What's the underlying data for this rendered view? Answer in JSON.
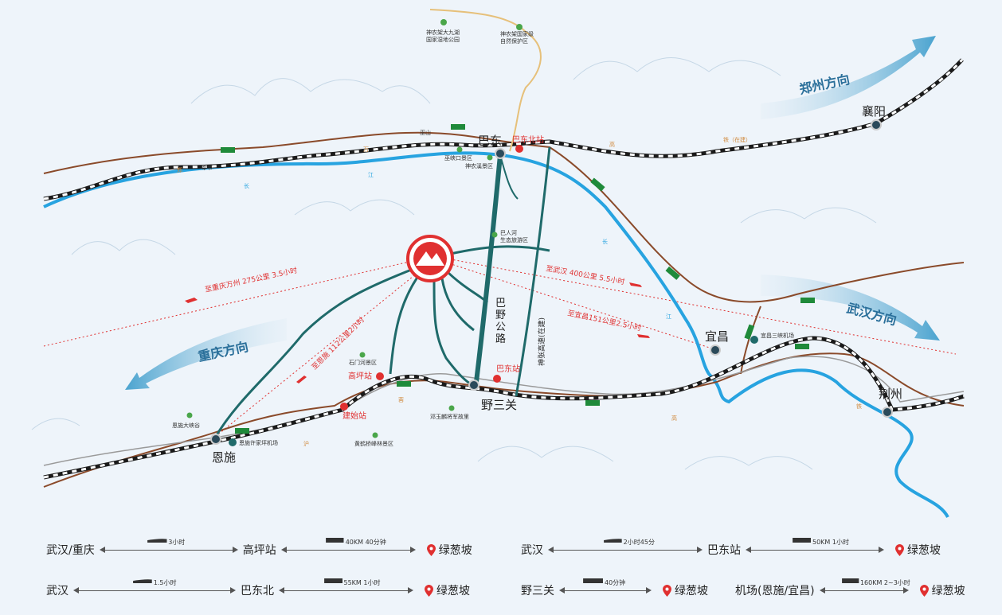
{
  "directions": {
    "zhengzhou": "郑州方向",
    "wuhan": "武汉方向",
    "chongqing": "重庆方向"
  },
  "cities": {
    "badong": "巴东",
    "xiangyang": "襄阳",
    "yichang": "宜昌",
    "jingzhou": "荆州",
    "enshi": "恩施",
    "yesanguan": "野三关"
  },
  "stations": {
    "badong_north": "巴东北站",
    "badong": "巴东站",
    "gaoping": "高坪站",
    "jianshi": "建始站"
  },
  "road": {
    "bayegonglu": "巴野公路",
    "expressway": "神张高速(在建)"
  },
  "pois": {
    "shennongjia_jiuhu": "神农架大九湖\n国家湿地公园",
    "shennongjia_reserve": "神农架国家级\n自然保护区",
    "wushan": "巫山",
    "fengjie": "奉节",
    "xiling": "巫峡口景区",
    "shennongxi": "神农溪景区",
    "baren": "巴人河\n生态旅游区",
    "shimen": "石门河景区",
    "enshi_canyon": "恩施大峡谷",
    "enshi_airport": "恩施许家坪机场",
    "yichang_airport": "宜昌三峡机场",
    "huanghe": "黄鹤桥峰林景区",
    "dengyu": "邓玉麟将军故里"
  },
  "rail_chars": {
    "zheng": "郑",
    "wan": "万",
    "gao": "高",
    "tie_zaijian": "铁（在建）",
    "hu": "沪",
    "rong": "蓉",
    "gao2": "高",
    "tie": "铁"
  },
  "river_chars": {
    "chang": "长",
    "jiang": "江",
    "chang2": "长",
    "jiang2": "江"
  },
  "route_notes": {
    "wanzhou": "至重庆万州  275公里  3.5小时",
    "wuhan": "至武汉 400公里 5.5小时",
    "yichang": "至宜昌151公里2.5小时",
    "enshi": "至恩施  112公里2小时"
  },
  "legend": [
    {
      "from": "武汉/重庆",
      "mode1": "train",
      "cap1": "3小时",
      "mid": "高坪站",
      "mode2": "bus",
      "cap2": "40KM  40分钟",
      "dest": "绿葱坡"
    },
    {
      "from": "武汉",
      "mode1": "train",
      "cap1": "2小时45分",
      "mid": "巴东站",
      "mode2": "bus",
      "cap2": "50KM  1小时",
      "dest": "绿葱坡"
    },
    {
      "from": "武汉",
      "mode1": "train",
      "cap1": "1.5小时",
      "mid": "巴东北",
      "mode2": "bus",
      "cap2": "55KM  1小时",
      "dest": "绿葱坡"
    },
    {
      "from": "野三关",
      "mode1": "bus",
      "cap1": "40分钟",
      "mid": "",
      "mode2": "",
      "cap2": "",
      "dest": "绿葱坡"
    },
    {
      "from": "机场(恩施/宜昌)",
      "mode1": "bus",
      "cap1": "160KM  2~3小时",
      "mid": "",
      "mode2": "",
      "cap2": "",
      "dest": "绿葱坡"
    }
  ],
  "colors": {
    "river": "#27a3e0",
    "rail_dark": "#1a1a1a",
    "brown_road": "#8a4a2a",
    "expressway": "#1f6a6a",
    "accent_red": "#e03030"
  }
}
